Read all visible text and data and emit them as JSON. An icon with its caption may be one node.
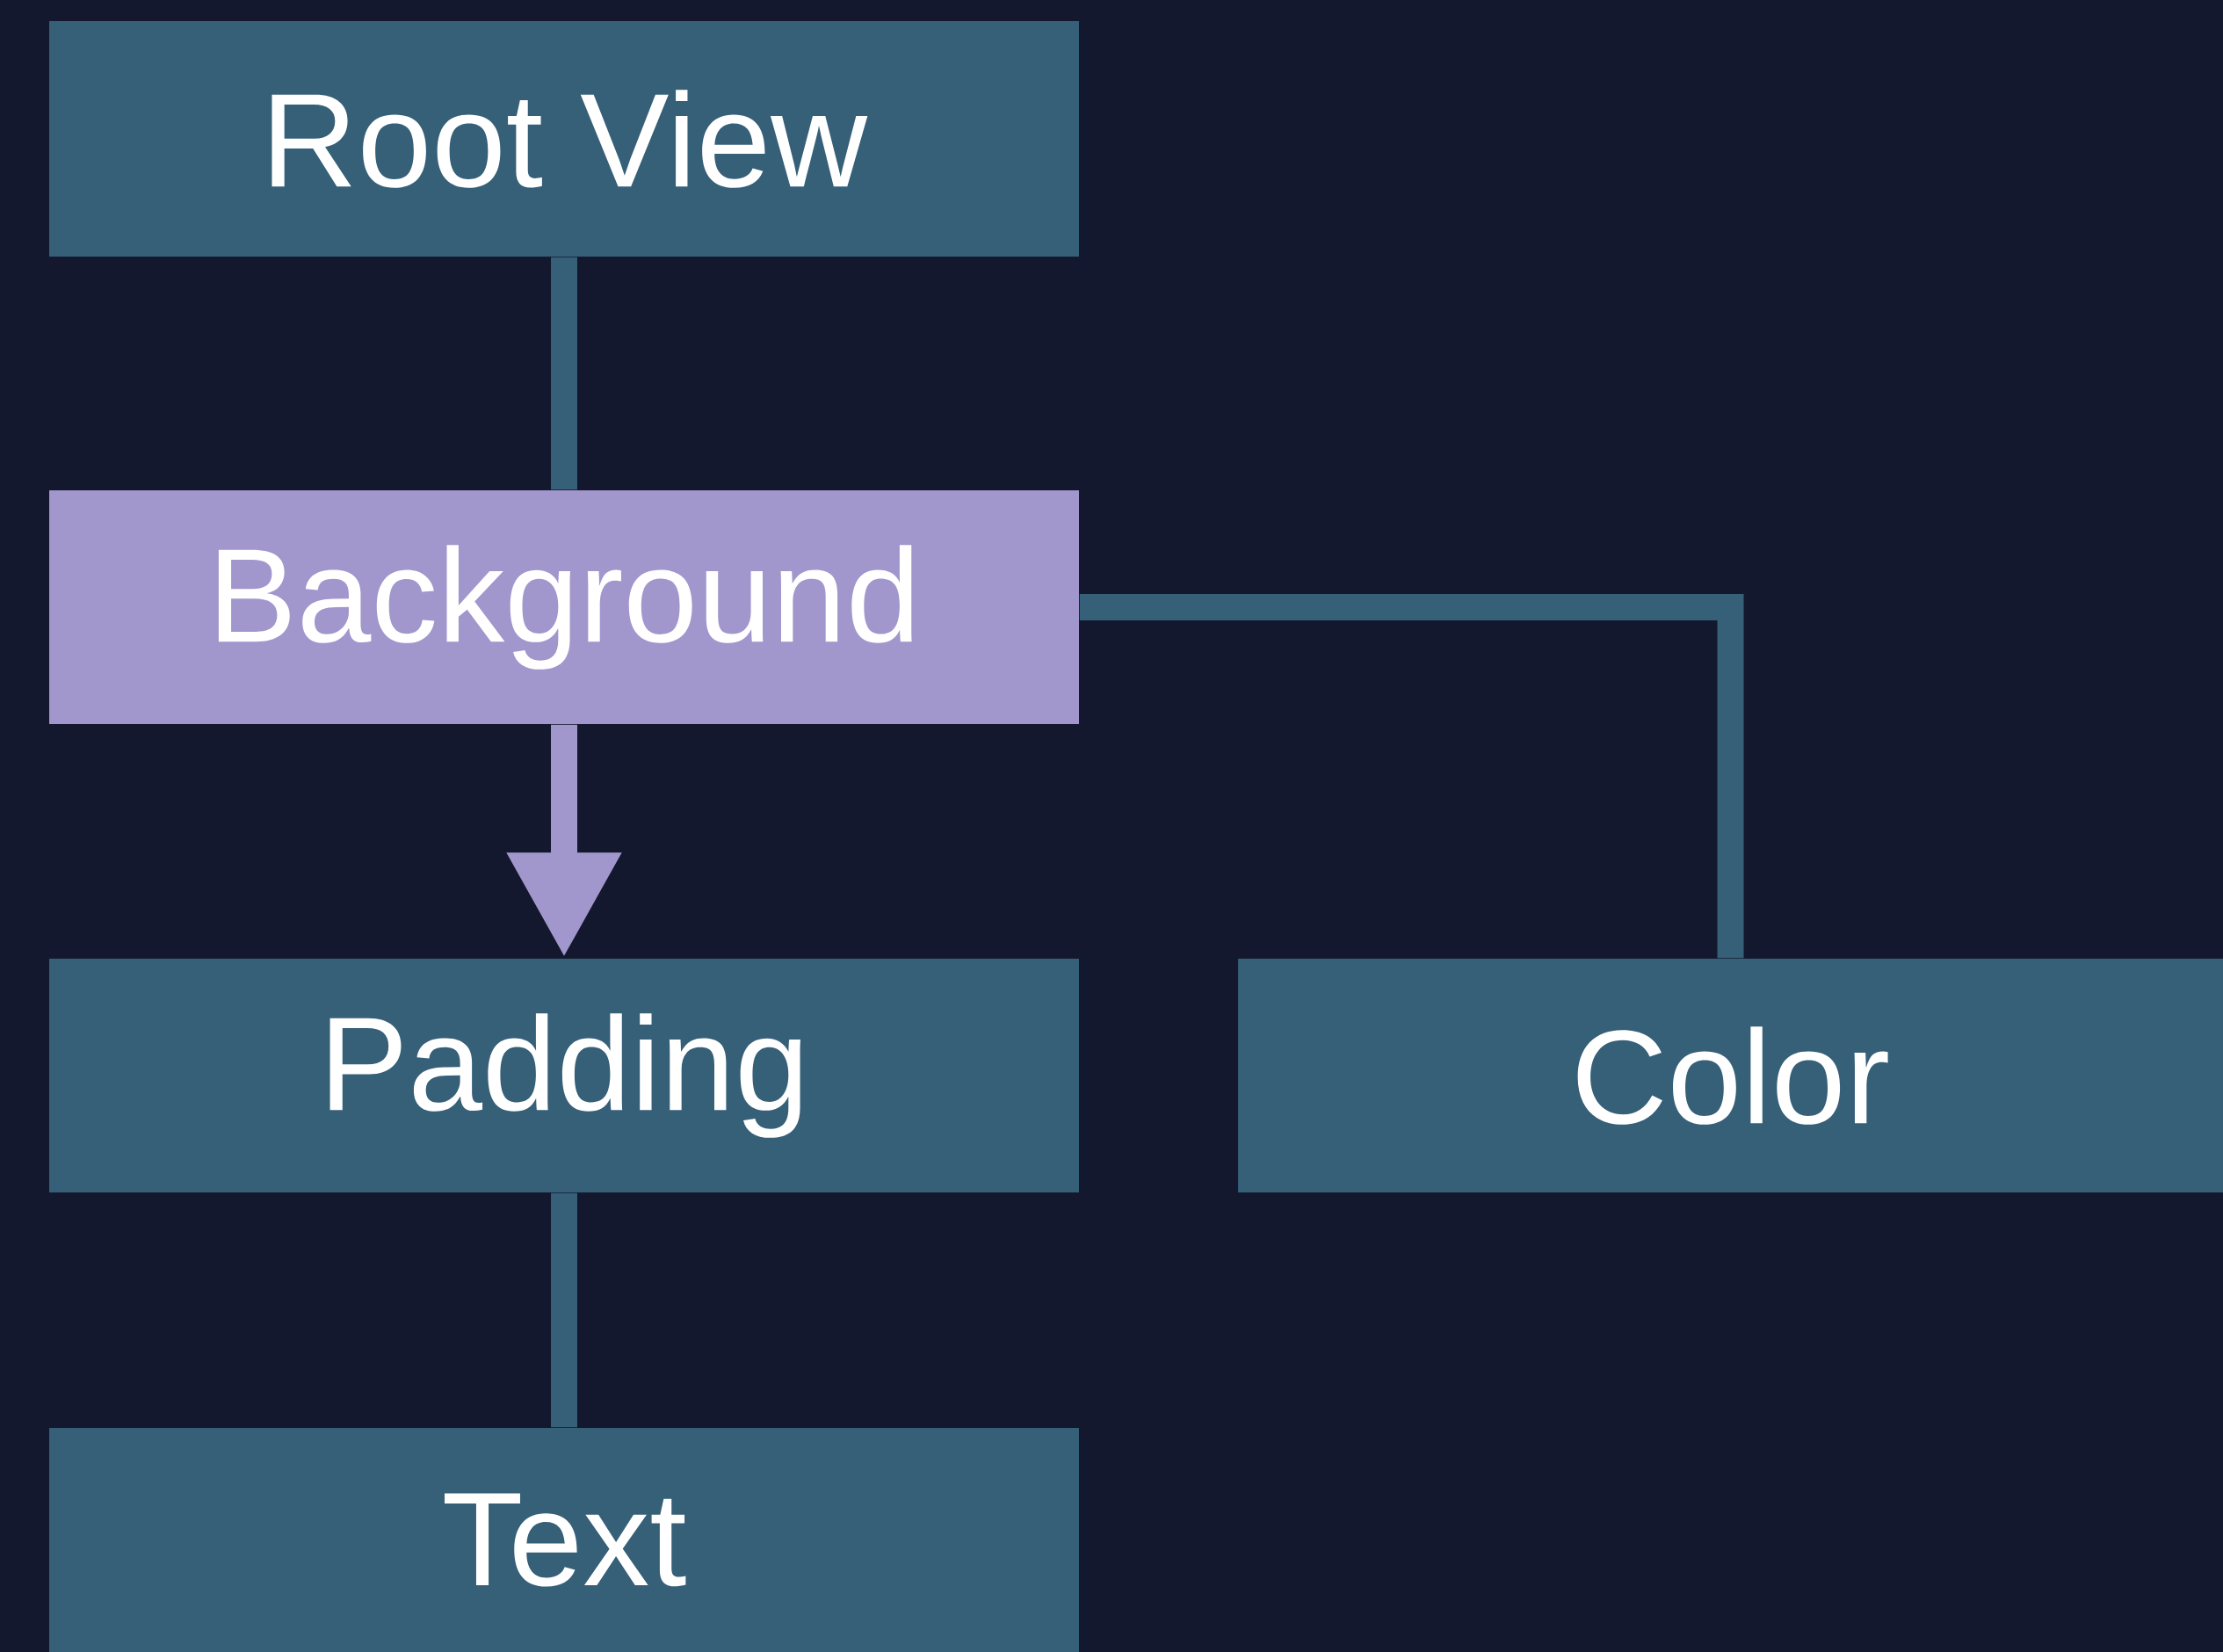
{
  "diagram": {
    "nodes": [
      {
        "text": [
          "Root View"
        ]
      },
      {
        "text": [
          "Background"
        ]
      },
      {
        "text": [
          "Padding"
        ]
      },
      {
        "text": [
          "Color"
        ]
      },
      {
        "text": [
          "Text"
        ]
      }
    ],
    "edges": [
      {
        "from": 0,
        "to": 1,
        "arrow": "none"
      },
      {
        "from": 1,
        "to": 2,
        "arrow": "to",
        "color": "#a197cc"
      },
      {
        "from": 1,
        "to": 3,
        "arrow": "none"
      },
      {
        "from": 2,
        "to": 4,
        "arrow": "none"
      }
    ]
  }
}
